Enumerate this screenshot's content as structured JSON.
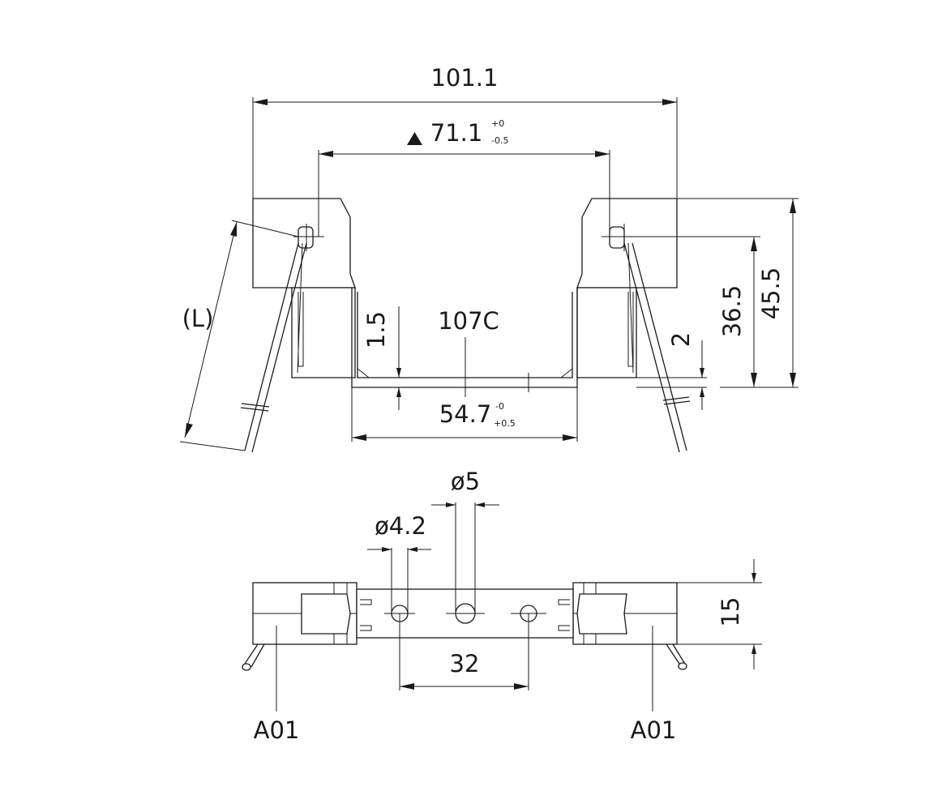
{
  "dimensions": {
    "overall_width": "101.1",
    "inner_width": "71.1",
    "inner_width_tol_upper": "+0",
    "inner_width_tol_lower": "-0.5",
    "base_width": "54.7",
    "base_width_tol_upper": "-0",
    "base_width_tol_lower": "+0.5",
    "height_total": "45.5",
    "height_pin": "36.5",
    "thickness_left": "1.5",
    "thickness_right": "2",
    "lead_length": "(L)",
    "model": "107C",
    "hole_large": "ø5",
    "hole_small": "ø4.2",
    "hole_pitch": "32",
    "depth": "15"
  },
  "callouts": {
    "left": "A01",
    "right": "A01"
  },
  "symbols": {
    "triangle": "filled-triangle-marker"
  }
}
